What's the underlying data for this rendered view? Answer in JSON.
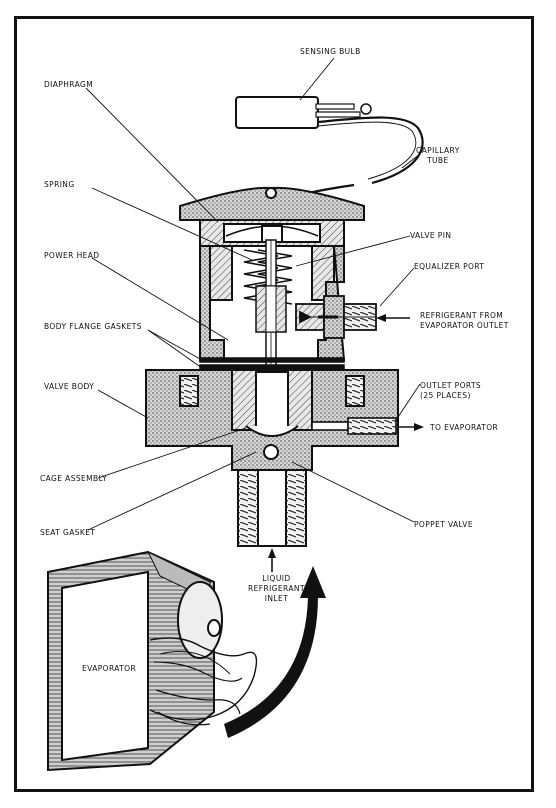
{
  "labels": {
    "sensing_bulb": "SENSING BULB",
    "diaphragm": "DIAPHRAGM",
    "capillary_tube": "CAPILLARY\nTUBE",
    "spring": "SPRING",
    "valve_pin": "VALVE PIN",
    "power_head": "POWER HEAD",
    "equalizer_port": "EQUALIZER PORT",
    "refrigerant_from_evaporator": "REFRIGERANT FROM\nEVAPORATOR OUTLET",
    "body_flange_gaskets": "BODY FLANGE GASKETS",
    "valve_body": "VALVE BODY",
    "outlet_ports": "OUTLET PORTS\n(25 PLACES)",
    "to_evaporator": "TO EVAPORATOR",
    "cage_assembly": "CAGE ASSEMBLY",
    "seat_gasket": "SEAT GASKET",
    "poppet_valve": "POPPET VALVE",
    "liquid_refrigerant_inlet": "LIQUID\nREFRIGERANT\nINLET",
    "evaporator": "EVAPORATOR"
  },
  "colors": {
    "ink": "#111111",
    "hatch": "#444444",
    "paper": "#ffffff"
  }
}
